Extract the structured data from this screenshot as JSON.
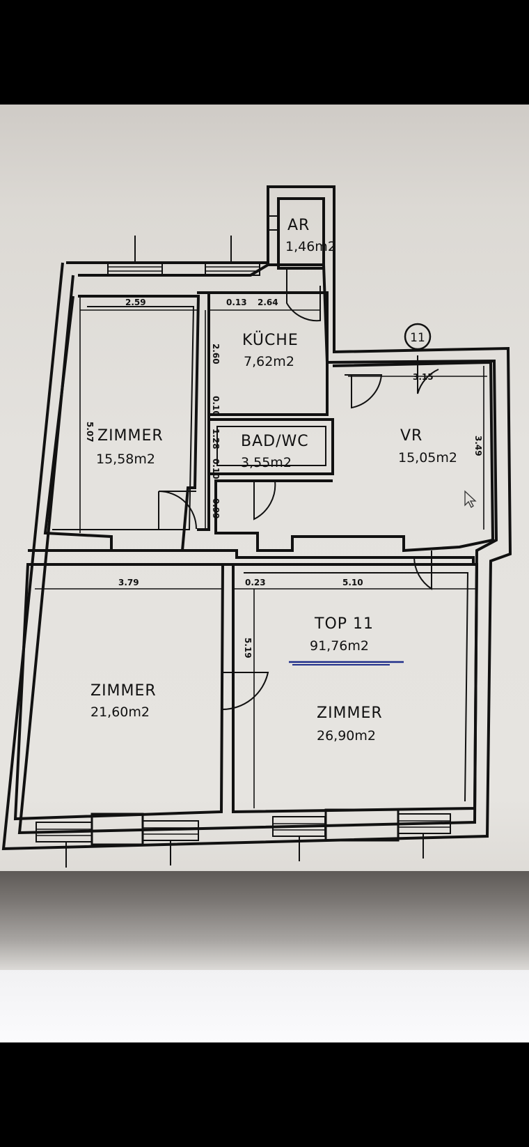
{
  "unit": {
    "number_badge": "11",
    "title": "TOP 11",
    "total_area": "91,76m2",
    "underline_color": "#1f2e8a"
  },
  "rooms": {
    "ar": {
      "name": "AR",
      "area": "1,46m2"
    },
    "kuche": {
      "name": "KÜCHE",
      "area": "7,62m2"
    },
    "bad": {
      "name": "BAD/WC",
      "area": "3,55m2"
    },
    "vr": {
      "name": "VR",
      "area": "15,05m2"
    },
    "zimmer1": {
      "name": "ZIMMER",
      "area": "15,58m2"
    },
    "zimmer2": {
      "name": "ZIMMER",
      "area": "21,60m2"
    },
    "zimmer3": {
      "name": "ZIMMER",
      "area": "26,90m2"
    }
  },
  "dimensions": {
    "d259": "2.59",
    "d013": "0.13",
    "d264": "2.64",
    "d507": "5.07",
    "d260": "2.60",
    "d010a": "0.10",
    "d128": "1.28",
    "d010b": "0.10",
    "d099": "0.99",
    "d315": "3.15",
    "d349": "3.49",
    "d379": "3.79",
    "d023": "0.23",
    "d510": "5.10",
    "d519": "5.19"
  },
  "colors": {
    "ink": "#111111",
    "paper": "#e4e2de",
    "background": "#000000"
  }
}
